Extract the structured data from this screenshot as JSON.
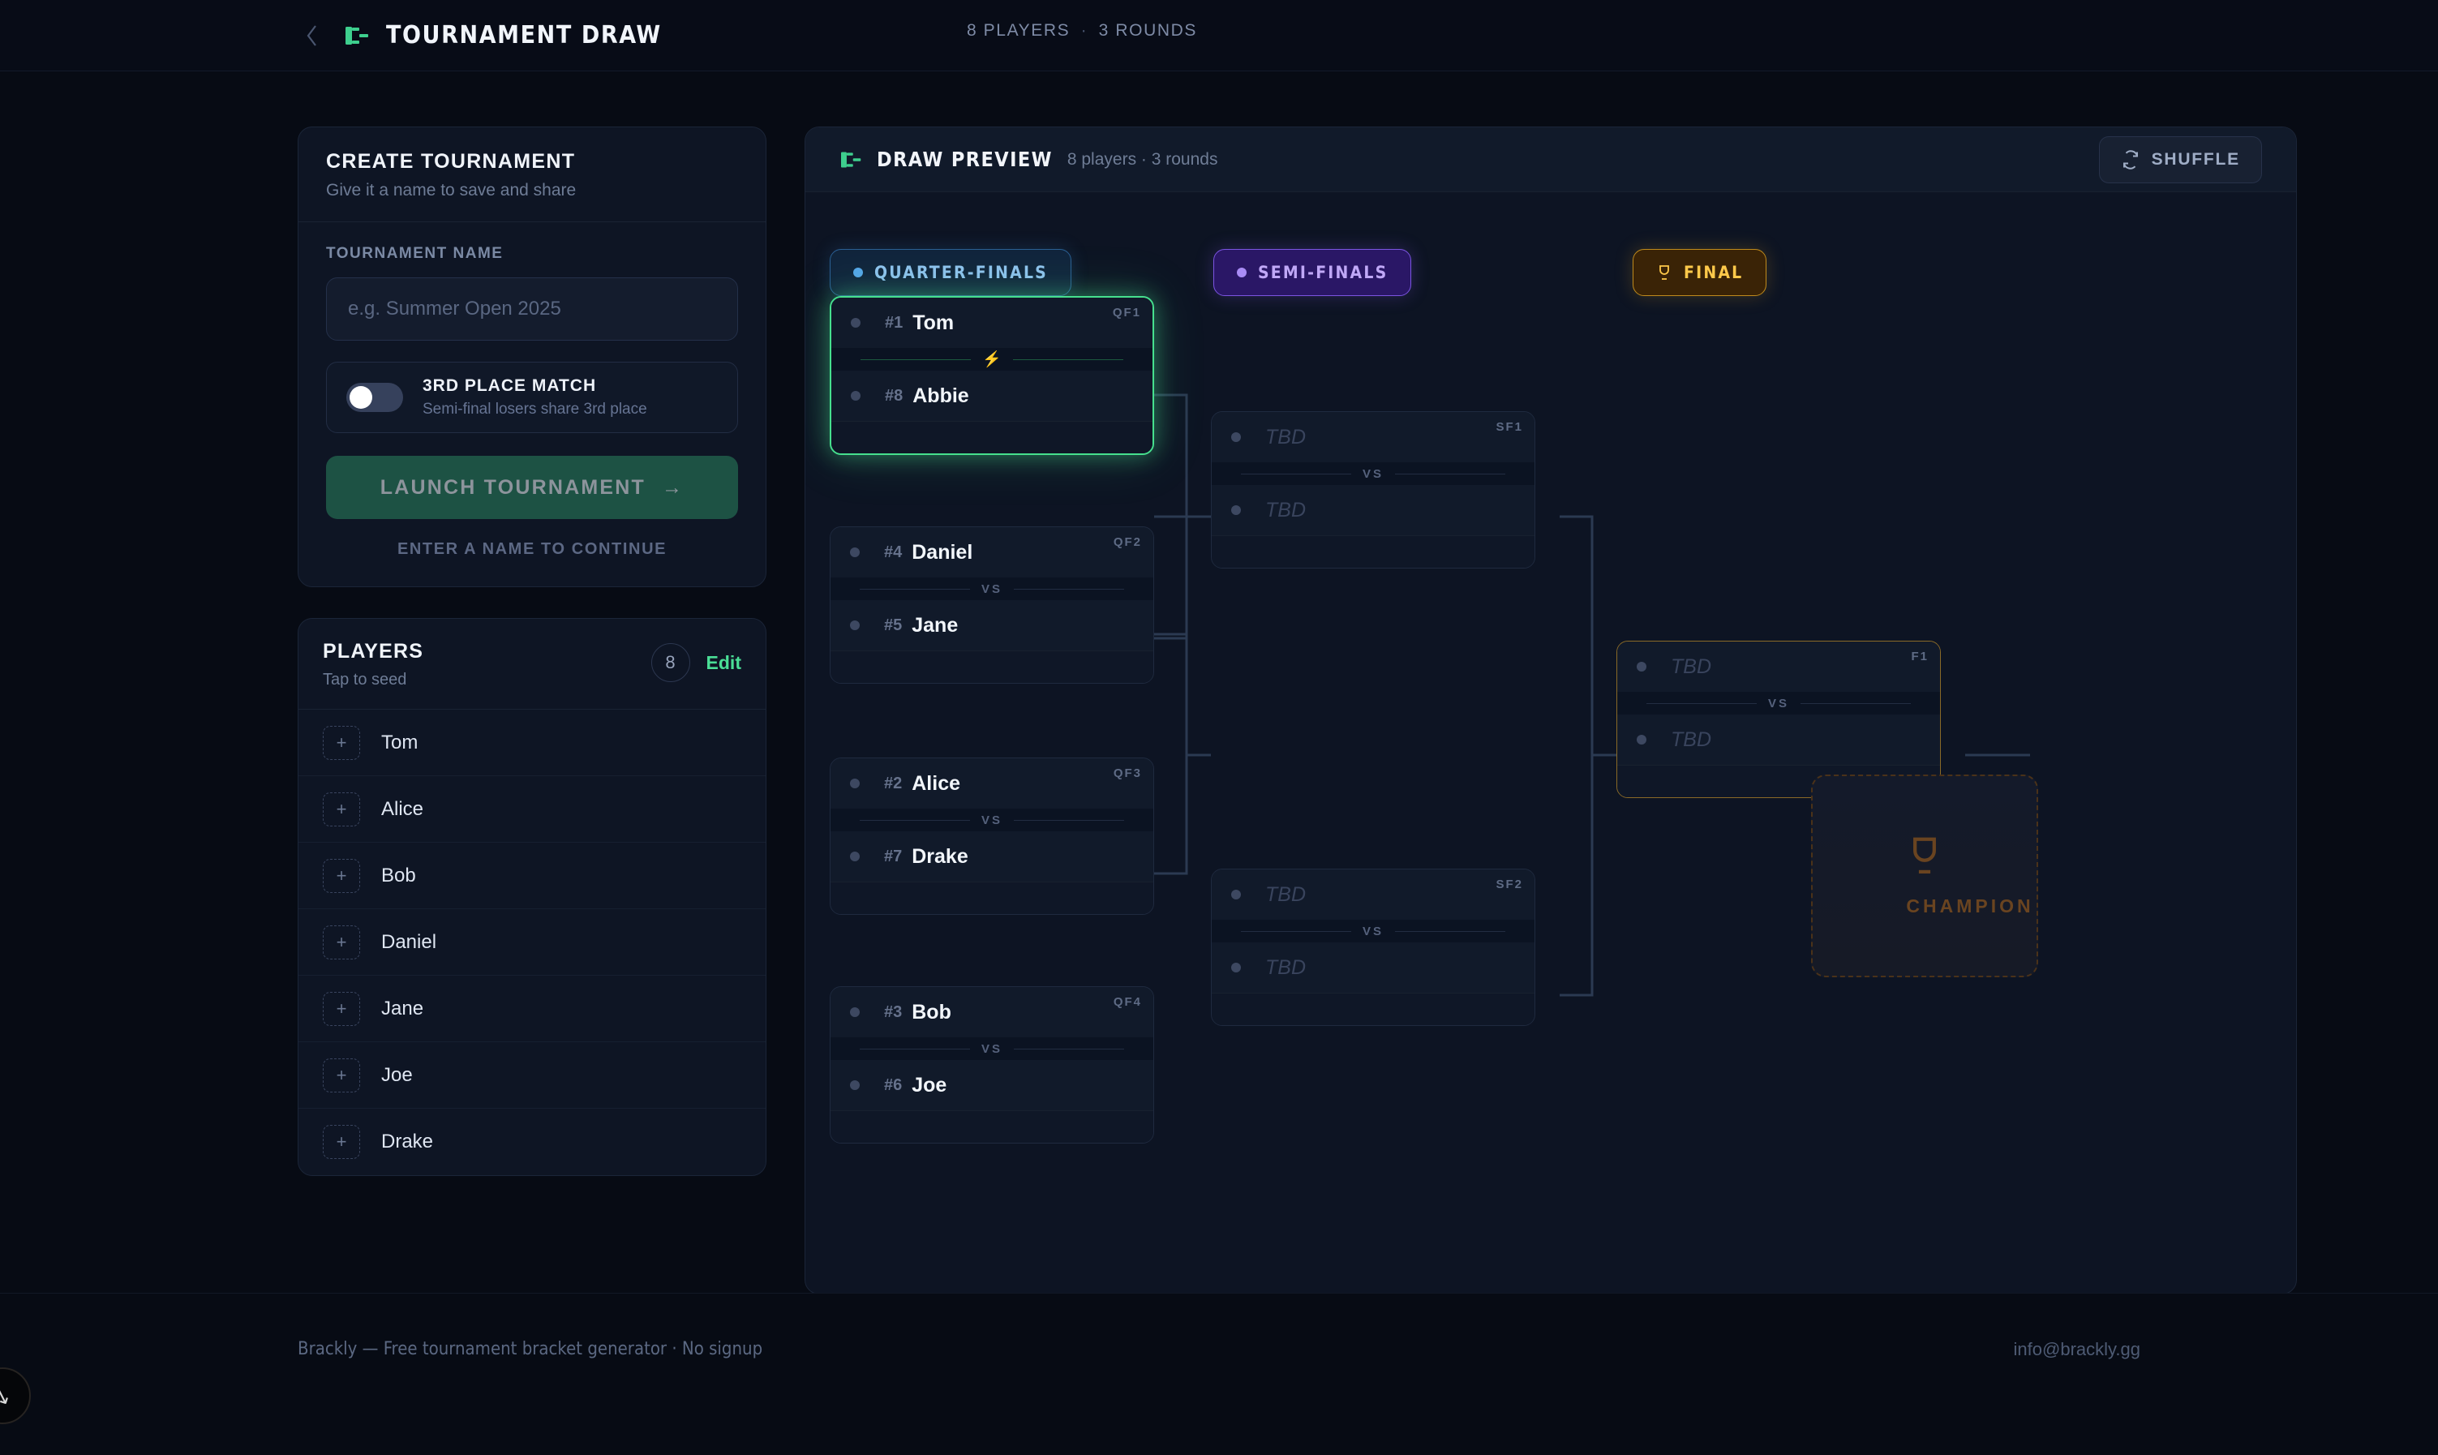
{
  "header": {
    "back_icon": "chevron-left-icon",
    "logo_icon": "bracket-icon",
    "title": "TOURNAMENT DRAW",
    "players_meta": "8 PLAYERS",
    "separator": "·",
    "rounds_meta": "3 ROUNDS"
  },
  "create": {
    "title": "CREATE TOURNAMENT",
    "subtitle": "Give it a name to save and share",
    "field_label": "TOURNAMENT NAME",
    "name_value": "",
    "name_placeholder": "e.g. Summer Open 2025",
    "toggle": {
      "title": "3RD PLACE MATCH",
      "subtitle": "Semi-final losers share 3rd place",
      "state": "off"
    },
    "launch_label": "LAUNCH TOURNAMENT",
    "launch_arrow": "→",
    "hint": "ENTER A NAME TO CONTINUE"
  },
  "players": {
    "title": "PLAYERS",
    "subtitle": "Tap to seed",
    "count": "8",
    "edit_label": "Edit",
    "add_glyph": "+",
    "items": [
      {
        "name": "Tom"
      },
      {
        "name": "Alice"
      },
      {
        "name": "Bob"
      },
      {
        "name": "Daniel"
      },
      {
        "name": "Jane"
      },
      {
        "name": "Joe"
      },
      {
        "name": "Drake"
      }
    ]
  },
  "preview": {
    "logo_icon": "bracket-icon",
    "title": "DRAW PREVIEW",
    "meta": "8 players · 3 rounds",
    "shuffle_label": "SHUFFLE",
    "shuffle_icon": "refresh-icon"
  },
  "rounds": [
    {
      "label": "QUARTER-FINALS",
      "accent": "#56a6e8"
    },
    {
      "label": "SEMI-FINALS",
      "accent": "#a98cf5"
    },
    {
      "label": "FINAL",
      "accent": "#ffc94a",
      "icon": "trophy-icon"
    }
  ],
  "matches": {
    "qf": [
      {
        "tag": "QF1",
        "top": {
          "seed": "#1",
          "name": "Tom"
        },
        "bottom": {
          "seed": "#8",
          "name": "Abbie"
        },
        "vs": "",
        "bolt": "⚡",
        "highlight": true
      },
      {
        "tag": "QF2",
        "top": {
          "seed": "#4",
          "name": "Daniel"
        },
        "bottom": {
          "seed": "#5",
          "name": "Jane"
        },
        "vs": "VS",
        "highlight": false
      },
      {
        "tag": "QF3",
        "top": {
          "seed": "#2",
          "name": "Alice"
        },
        "bottom": {
          "seed": "#7",
          "name": "Drake"
        },
        "vs": "VS",
        "highlight": false
      },
      {
        "tag": "QF4",
        "top": {
          "seed": "#3",
          "name": "Bob"
        },
        "bottom": {
          "seed": "#6",
          "name": "Joe"
        },
        "vs": "VS",
        "highlight": false
      }
    ],
    "sf": [
      {
        "tag": "SF1",
        "top": {
          "seed": "",
          "name": "TBD"
        },
        "bottom": {
          "seed": "",
          "name": "TBD"
        },
        "vs": "VS"
      },
      {
        "tag": "SF2",
        "top": {
          "seed": "",
          "name": "TBD"
        },
        "bottom": {
          "seed": "",
          "name": "TBD"
        },
        "vs": "VS"
      }
    ],
    "final": [
      {
        "tag": "F1",
        "top": {
          "seed": "",
          "name": "TBD"
        },
        "bottom": {
          "seed": "",
          "name": "TBD"
        },
        "vs": "VS"
      }
    ]
  },
  "champion": {
    "icon": "trophy-icon",
    "label": "CHAMPION"
  },
  "footer": {
    "left": "Brackly — Free tournament bracket generator · No signup",
    "right": "info@brackly.gg",
    "corner_glyph": "↘"
  },
  "colors": {
    "accent_green": "#46e08e",
    "accent_blue": "#56a6e8",
    "accent_purple": "#a98cf5",
    "accent_gold": "#ffc94a",
    "background": "#070b14"
  }
}
